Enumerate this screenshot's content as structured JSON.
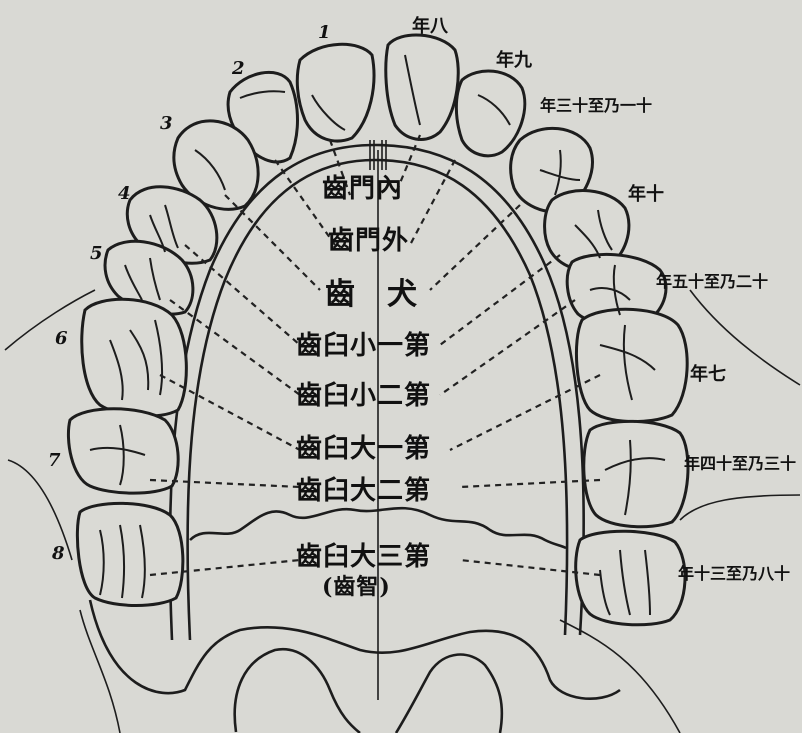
{
  "center_labels": {
    "inner_incisor": "齒門內",
    "outer_incisor": "齒門外",
    "canine": "齒　犬",
    "first_premolar": "齒臼小一第",
    "second_premolar": "齒臼小二第",
    "first_molar": "齒臼大一第",
    "second_molar": "齒臼大二第",
    "third_molar": "齒臼大三第",
    "wisdom": "(齒智)"
  },
  "right_labels": {
    "r1": "年八",
    "r2": "年九",
    "r3": "年三十至乃一十",
    "r4": "年十",
    "r5": "年五十至乃二十",
    "r6": "年七",
    "r7": "年四十至乃三十",
    "r8": "年十三至乃八十"
  },
  "left_numbers": {
    "n1": "1",
    "n2": "2",
    "n3": "3",
    "n4": "4",
    "n5": "5",
    "n6": "6",
    "n7": "7",
    "n8": "8"
  }
}
